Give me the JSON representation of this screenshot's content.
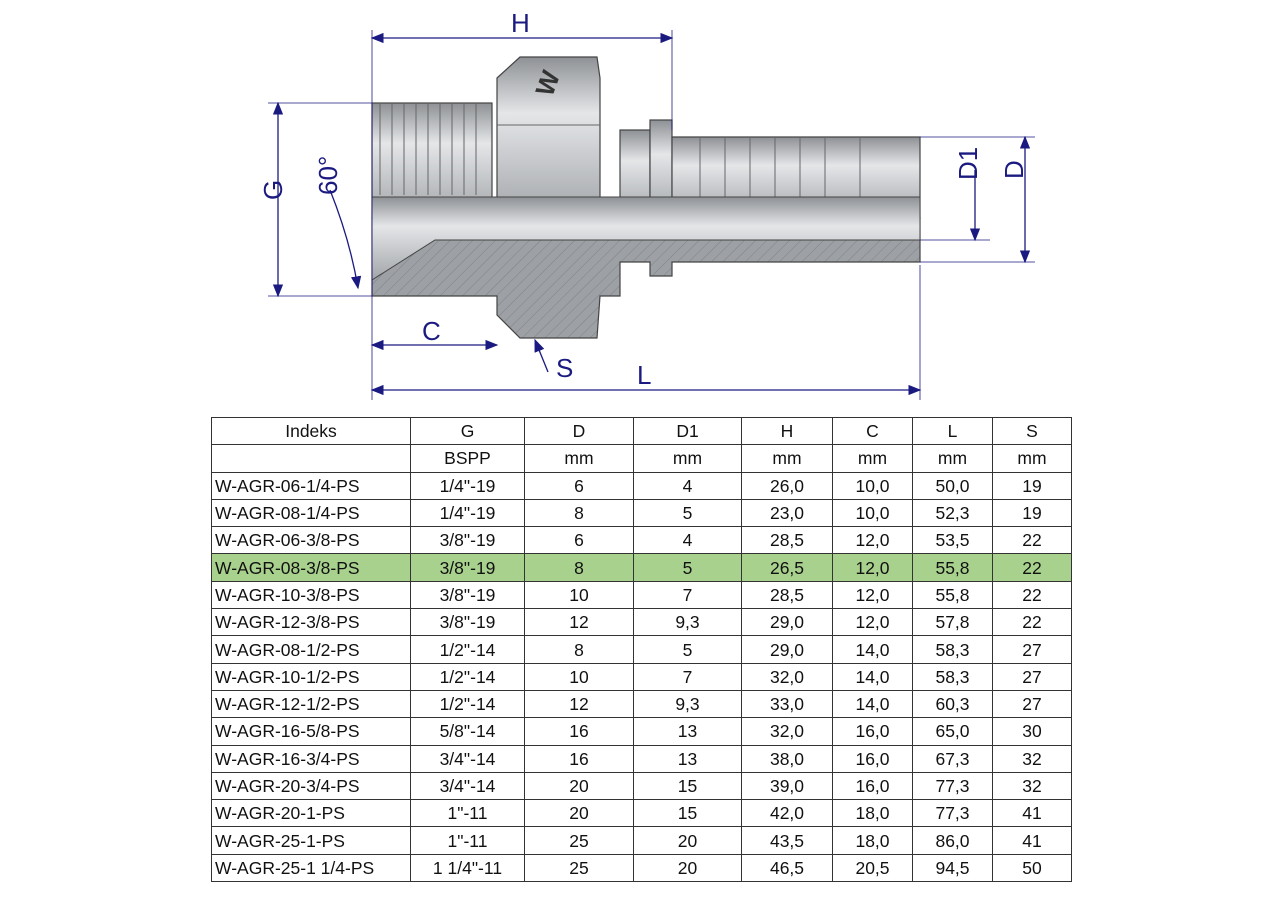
{
  "drawing": {
    "labels": {
      "H": "H",
      "G": "G",
      "angle": "60°",
      "C": "C",
      "S": "S",
      "L": "L",
      "D1": "D1",
      "D": "D"
    },
    "colors": {
      "dimension": "#1a1a80",
      "metal": "#b9bcc0",
      "section": "#9a9da1"
    }
  },
  "table": {
    "headers": [
      "Indeks",
      "G",
      "D",
      "D1",
      "H",
      "C",
      "L",
      "S"
    ],
    "units": [
      "",
      "BSPP",
      "mm",
      "mm",
      "mm",
      "mm",
      "mm",
      "mm"
    ],
    "highlight_color": "#a9d18e",
    "rows": [
      {
        "cells": [
          "W-AGR-06-1/4-PS",
          "1/4\"-19",
          "6",
          "4",
          "26,0",
          "10,0",
          "50,0",
          "19"
        ],
        "highlighted": false
      },
      {
        "cells": [
          "W-AGR-08-1/4-PS",
          "1/4\"-19",
          "8",
          "5",
          "23,0",
          "10,0",
          "52,3",
          "19"
        ],
        "highlighted": false
      },
      {
        "cells": [
          "W-AGR-06-3/8-PS",
          "3/8\"-19",
          "6",
          "4",
          "28,5",
          "12,0",
          "53,5",
          "22"
        ],
        "highlighted": false
      },
      {
        "cells": [
          "W-AGR-08-3/8-PS",
          "3/8\"-19",
          "8",
          "5",
          "26,5",
          "12,0",
          "55,8",
          "22"
        ],
        "highlighted": true
      },
      {
        "cells": [
          "W-AGR-10-3/8-PS",
          "3/8\"-19",
          "10",
          "7",
          "28,5",
          "12,0",
          "55,8",
          "22"
        ],
        "highlighted": false
      },
      {
        "cells": [
          "W-AGR-12-3/8-PS",
          "3/8\"-19",
          "12",
          "9,3",
          "29,0",
          "12,0",
          "57,8",
          "22"
        ],
        "highlighted": false
      },
      {
        "cells": [
          "W-AGR-08-1/2-PS",
          "1/2\"-14",
          "8",
          "5",
          "29,0",
          "14,0",
          "58,3",
          "27"
        ],
        "highlighted": false
      },
      {
        "cells": [
          "W-AGR-10-1/2-PS",
          "1/2\"-14",
          "10",
          "7",
          "32,0",
          "14,0",
          "58,3",
          "27"
        ],
        "highlighted": false
      },
      {
        "cells": [
          "W-AGR-12-1/2-PS",
          "1/2\"-14",
          "12",
          "9,3",
          "33,0",
          "14,0",
          "60,3",
          "27"
        ],
        "highlighted": false
      },
      {
        "cells": [
          "W-AGR-16-5/8-PS",
          "5/8\"-14",
          "16",
          "13",
          "32,0",
          "16,0",
          "65,0",
          "30"
        ],
        "highlighted": false
      },
      {
        "cells": [
          "W-AGR-16-3/4-PS",
          "3/4\"-14",
          "16",
          "13",
          "38,0",
          "16,0",
          "67,3",
          "32"
        ],
        "highlighted": false
      },
      {
        "cells": [
          "W-AGR-20-3/4-PS",
          "3/4\"-14",
          "20",
          "15",
          "39,0",
          "16,0",
          "77,3",
          "32"
        ],
        "highlighted": false
      },
      {
        "cells": [
          "W-AGR-20-1-PS",
          "1\"-11",
          "20",
          "15",
          "42,0",
          "18,0",
          "77,3",
          "41"
        ],
        "highlighted": false
      },
      {
        "cells": [
          "W-AGR-25-1-PS",
          "1\"-11",
          "25",
          "20",
          "43,5",
          "18,0",
          "86,0",
          "41"
        ],
        "highlighted": false
      },
      {
        "cells": [
          "W-AGR-25-1 1/4-PS",
          "1 1/4\"-11",
          "25",
          "20",
          "46,5",
          "20,5",
          "94,5",
          "50"
        ],
        "highlighted": false
      }
    ]
  }
}
